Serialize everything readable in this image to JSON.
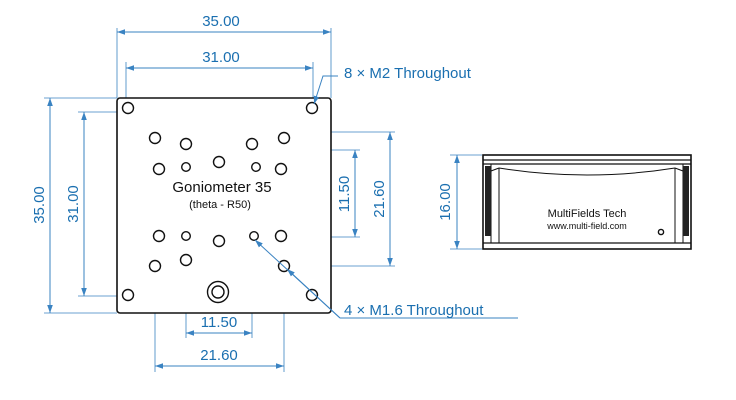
{
  "top_view": {
    "width_outer": "35.00",
    "width_inner": "31.00",
    "height_outer": "35.00",
    "height_inner": "31.00",
    "hole_spacing_v_inner": "11.50",
    "hole_spacing_v_outer": "21.60",
    "hole_spacing_h_inner": "11.50",
    "hole_spacing_h_outer": "21.60",
    "callout_m2": "8 × M2 Throughout",
    "callout_m16": "4 × M1.6 Throughout",
    "product_name": "Goniometer 35",
    "product_spec": "(theta - R50)"
  },
  "side_view": {
    "height": "16.00",
    "brand": "MultiFields Tech",
    "website": "www.multi-field.com"
  }
}
